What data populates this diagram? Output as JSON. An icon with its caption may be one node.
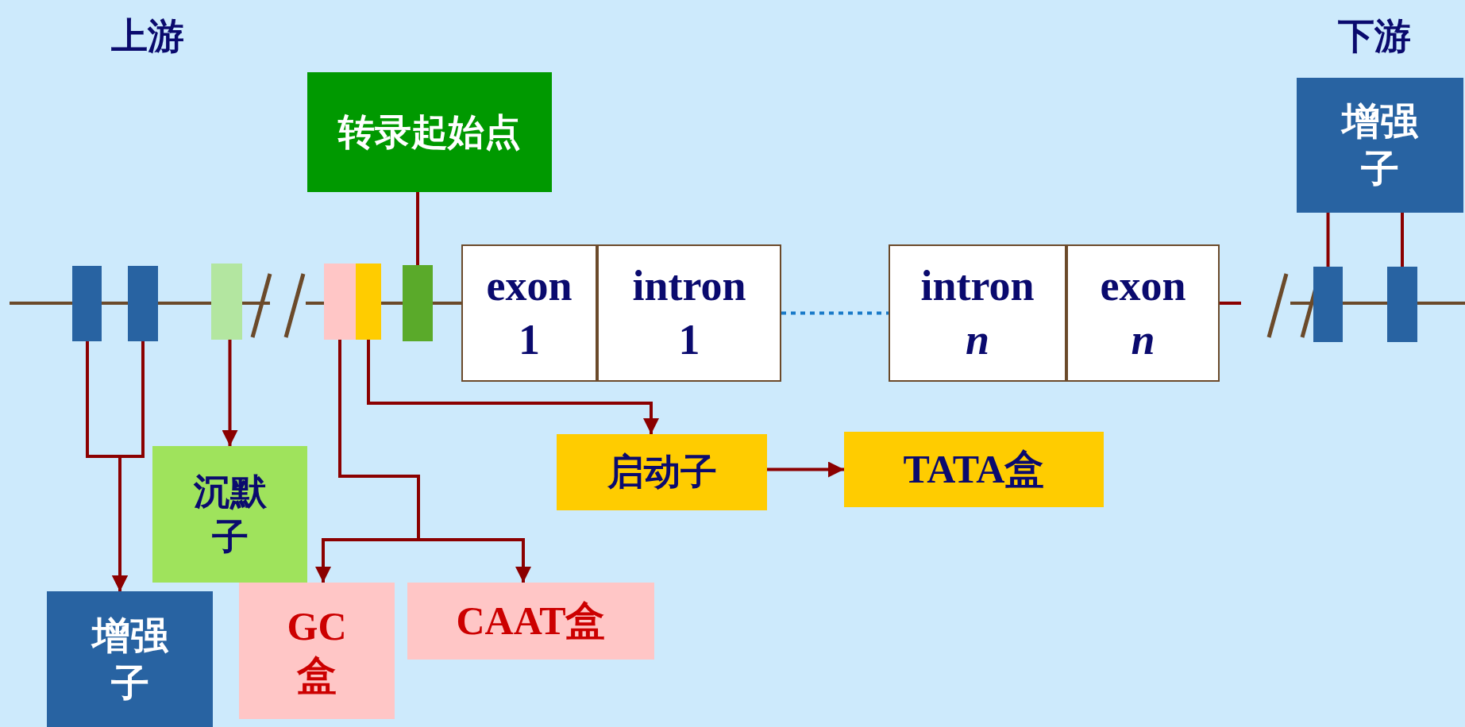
{
  "diagram": {
    "nodes": [
      {
        "text": [
          "转录起始点"
        ]
      },
      {
        "text": [
          "增强子"
        ]
      },
      {
        "text": [],
        "shape": "bar"
      },
      {
        "text": [],
        "shape": "bar"
      },
      {
        "text": [],
        "shape": "bar"
      },
      {
        "text": [],
        "shape": "bar"
      },
      {
        "text": [],
        "shape": "bar"
      },
      {
        "text": [],
        "shape": "bar"
      },
      {
        "text": [
          "exon 1"
        ]
      },
      {
        "text": [
          "intron 1"
        ]
      },
      {
        "text": [
          "intron *n*"
        ]
      },
      {
        "text": [
          "exon *n*"
        ]
      },
      {
        "text": [],
        "shape": "bar"
      },
      {
        "text": [],
        "shape": "bar"
      },
      {
        "text": [
          "沉默子"
        ]
      },
      {
        "text": [
          "增强子"
        ]
      },
      {
        "text": [
          "启动子"
        ]
      },
      {
        "text": [
          "TATA盒"
        ]
      },
      {
        "text": [
          "GC盒"
        ]
      },
      {
        "text": [
          "CAAT盒"
        ]
      }
    ],
    "edges": [
      {
        "from": 0,
        "to": 7,
        "arrow": "none"
      },
      {
        "from": 1,
        "to": 12,
        "arrow": "none"
      },
      {
        "from": 1,
        "to": 13,
        "arrow": "none"
      },
      {
        "from": 2,
        "to": 15,
        "arrow": "to"
      },
      {
        "from": 3,
        "to": 15,
        "arrow": "to"
      },
      {
        "from": 4,
        "to": 14,
        "arrow": "to"
      },
      {
        "from": 5,
        "to": 18,
        "arrow": "to"
      },
      {
        "from": 5,
        "to": 19,
        "arrow": "to"
      },
      {
        "from": 6,
        "to": 16,
        "arrow": "to"
      },
      {
        "from": 16,
        "to": 17,
        "arrow": "to"
      },
      {
        "from": 9,
        "to": 10,
        "arrow": "none",
        "style": "dashed",
        "color": "#1a7ac8"
      }
    ],
    "labels": [
      "上游",
      "下游"
    ]
  }
}
